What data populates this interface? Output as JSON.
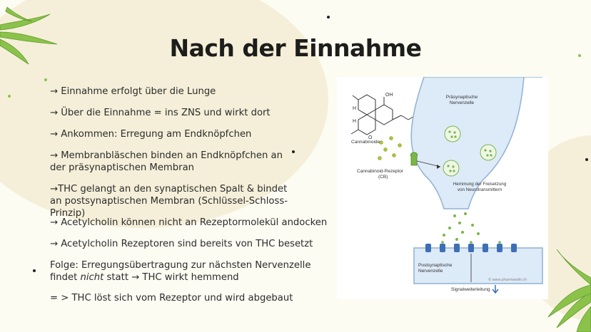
{
  "title": "Nach der Einnahme",
  "bullets": [
    {
      "text": "→ Einnahme erfolgt über die Lunge"
    },
    {
      "text": "→ Über die Einnahme = ins ZNS und wirkt dort"
    },
    {
      "text": "→ Ankommen: Erregung am Endknöpfchen"
    },
    {
      "text": "→ Membranbläschen binden an Endknöpfchen an der präsynaptischen Membran"
    },
    {
      "text": "→THC gelangt an den synaptischen Spalt & bindet an postsynaptischen Membran (Schlüssel-Schloss-Prinzip)"
    },
    {
      "text": "→ Acetylcholin können nicht an Rezeptormolekül andocken"
    },
    {
      "text": "→ Acetylcholin Rezeptoren sind bereits von THC besetzt"
    },
    {
      "text_a": "Folge: Erregungsübertragung zur nächsten Nervenzelle findet ",
      "text_em": "nicht",
      "text_b": " statt → THC wirkt hemmend"
    },
    {
      "text": "= > THC löst sich vom Rezeptor und wird abgebaut"
    }
  ],
  "figure": {
    "oh_label": "OH",
    "h_label_1": "H",
    "h_label_2": "H",
    "o_label": "O",
    "presynaptic": "Präsynaptische Nervenzelle",
    "presynaptic_1": "Präsynaptische",
    "presynaptic_2": "Nervenzelle",
    "cannabinoide": "Cannabinoide",
    "receptor_1": "Cannabinoid-Rezeptor",
    "receptor_2": "(CB)",
    "inhibition_1": "Hemmung der Freisetzung",
    "inhibition_2": "von Neurotransmittern",
    "postsynaptic_1": "Postsynaptische",
    "postsynaptic_2": "Nervenzelle",
    "watermark": "© www.pharmawiki.ch",
    "signal": "Signalweiterleitung"
  },
  "colors": {
    "background": "#fdfcf3",
    "blob": "#f5efd9",
    "leaf": "#8bc34a",
    "cell_fill": "#ddeaf7",
    "cell_stroke": "#8fb1d3",
    "receptor": "#3d6fb5",
    "cannabinoid": "#b5c23a",
    "vesicle_dot": "#7ab648"
  }
}
